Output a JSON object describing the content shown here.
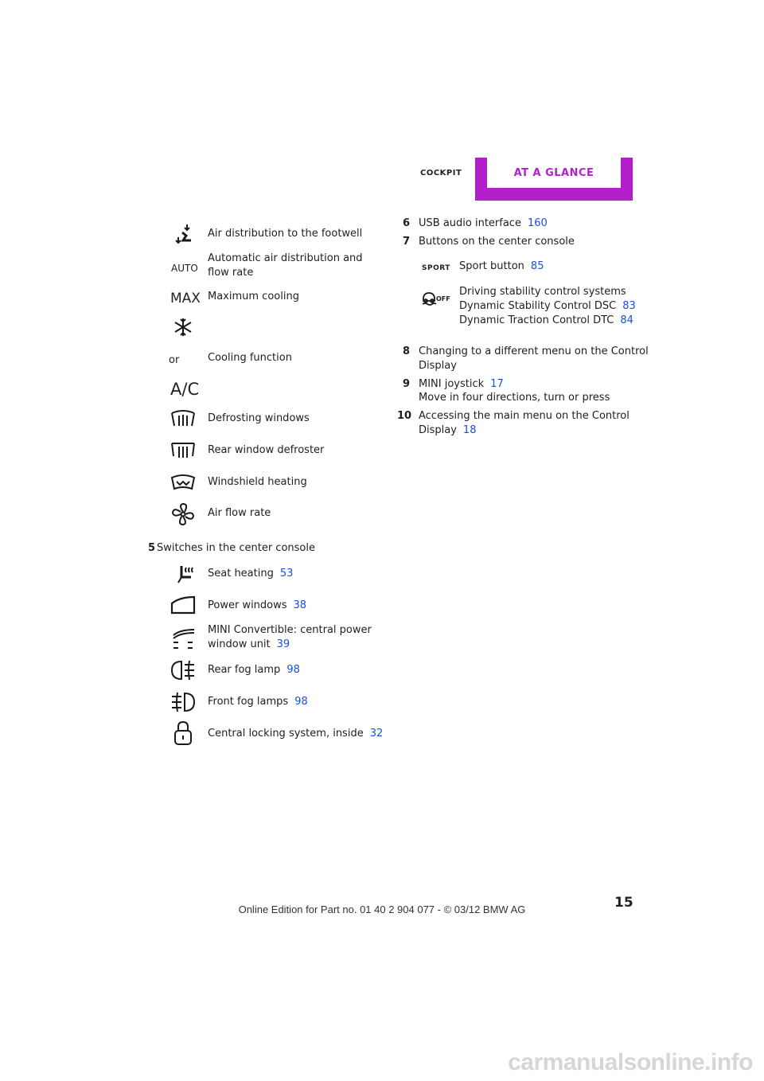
{
  "header": {
    "section": "COCKPIT",
    "tab": "AT A GLANCE"
  },
  "left": {
    "items": [
      {
        "label": "Air distribution to the footwell",
        "icon": "footwell-air-icon"
      },
      {
        "label": "Automatic air distribution and flow rate",
        "icon_text": "AUTO"
      },
      {
        "label": "Maximum cooling",
        "icon_text": "MAX"
      },
      {
        "label": "Cooling function",
        "or": "or",
        "icon_text": "A/C"
      },
      {
        "label": "Defrosting windows",
        "icon": "defrost-windshield-icon"
      },
      {
        "label": "Rear window defroster",
        "icon": "rear-defrost-icon"
      },
      {
        "label": "Windshield heating",
        "icon": "windshield-heating-icon"
      },
      {
        "label": "Air flow rate",
        "icon": "fan-icon"
      }
    ],
    "section5": {
      "num": "5",
      "label": "Switches in the center console"
    },
    "switches": [
      {
        "label": "Seat heating",
        "page": "53"
      },
      {
        "label": "Power windows",
        "page": "38"
      },
      {
        "label_line1": "MINI Convertible: central power",
        "label_line2": "window unit",
        "page": "39"
      },
      {
        "label": "Rear fog lamp",
        "page": "98"
      },
      {
        "label": "Front fog lamps",
        "page": "98"
      },
      {
        "label": "Central locking system, inside",
        "page": "32"
      }
    ]
  },
  "right": {
    "item6": {
      "num": "6",
      "label": "USB audio interface",
      "page": "160"
    },
    "item7": {
      "num": "7",
      "label": "Buttons on the center console"
    },
    "sport": {
      "icon_text": "SPORT",
      "label": "Sport button",
      "page": "85"
    },
    "dsc": {
      "icon_text": "OFF",
      "line1": "Driving stability control systems",
      "line2": "Dynamic Stability Control DSC",
      "page2": "83",
      "line3": "Dynamic Traction Control DTC",
      "page3": "84"
    },
    "item8": {
      "num": "8",
      "line1": "Changing to a different menu on the Control",
      "line2": "Display"
    },
    "item9": {
      "num": "9",
      "line1": "MINI joystick",
      "page": "17",
      "line2": "Move in four directions, turn or press"
    },
    "item10": {
      "num": "10",
      "line1": "Accessing the main menu on the Control",
      "line2": "Display",
      "page": "18"
    }
  },
  "page_number": "15",
  "footer": "Online Edition for Part no. 01 40 2 904 077 - © 03/12 BMW AG",
  "watermark": "carmanualsonline.info",
  "colors": {
    "accent": "#b31fcb",
    "link": "#1a4fd8"
  }
}
